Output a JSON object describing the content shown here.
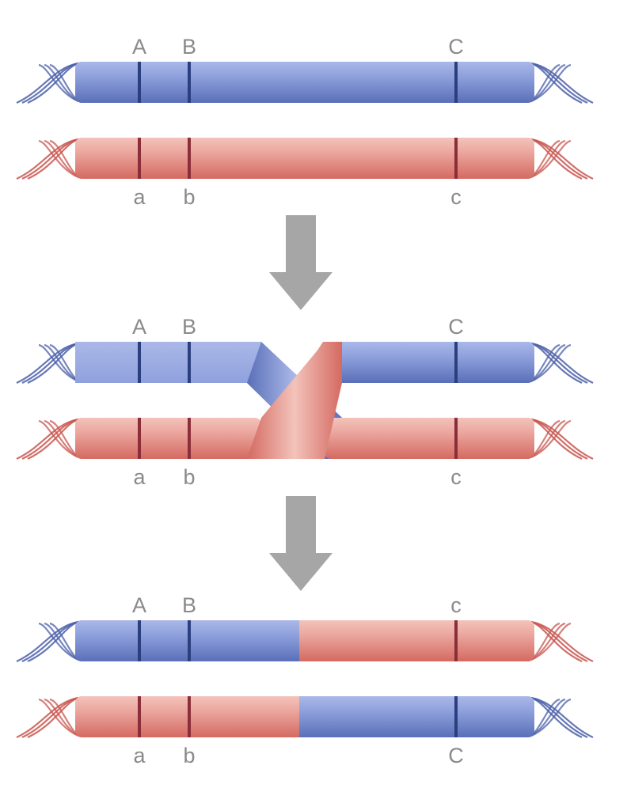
{
  "colors": {
    "blue": "#7f93d6",
    "blue_light": "#aab8e8",
    "blue_dark": "#4b5fa8",
    "blue_marker": "#2b3f7f",
    "red": "#e58f86",
    "red_light": "#f3c3bb",
    "red_dark": "#c8564f",
    "red_marker": "#8a2f3a",
    "arrow": "#a6a6a6",
    "label": "#8a8a8a"
  },
  "stages": [
    {
      "name": "before-crossing-over",
      "top": {
        "labels": [
          "A",
          "B",
          "C"
        ],
        "left_color": "blue",
        "right_color": "blue"
      },
      "bottom": {
        "labels": [
          "a",
          "b",
          "c"
        ],
        "left_color": "red",
        "right_color": "red"
      }
    },
    {
      "name": "crossing-over",
      "top": {
        "labels": [
          "A",
          "B",
          "C"
        ]
      },
      "bottom": {
        "labels": [
          "a",
          "b",
          "c"
        ]
      }
    },
    {
      "name": "after-crossing-over",
      "top": {
        "labels": [
          "A",
          "B",
          "c"
        ],
        "left_color": "blue",
        "right_color": "red"
      },
      "bottom": {
        "labels": [
          "a",
          "b",
          "C"
        ],
        "left_color": "red",
        "right_color": "blue"
      }
    }
  ],
  "arrows": [
    "down-arrow",
    "down-arrow"
  ]
}
